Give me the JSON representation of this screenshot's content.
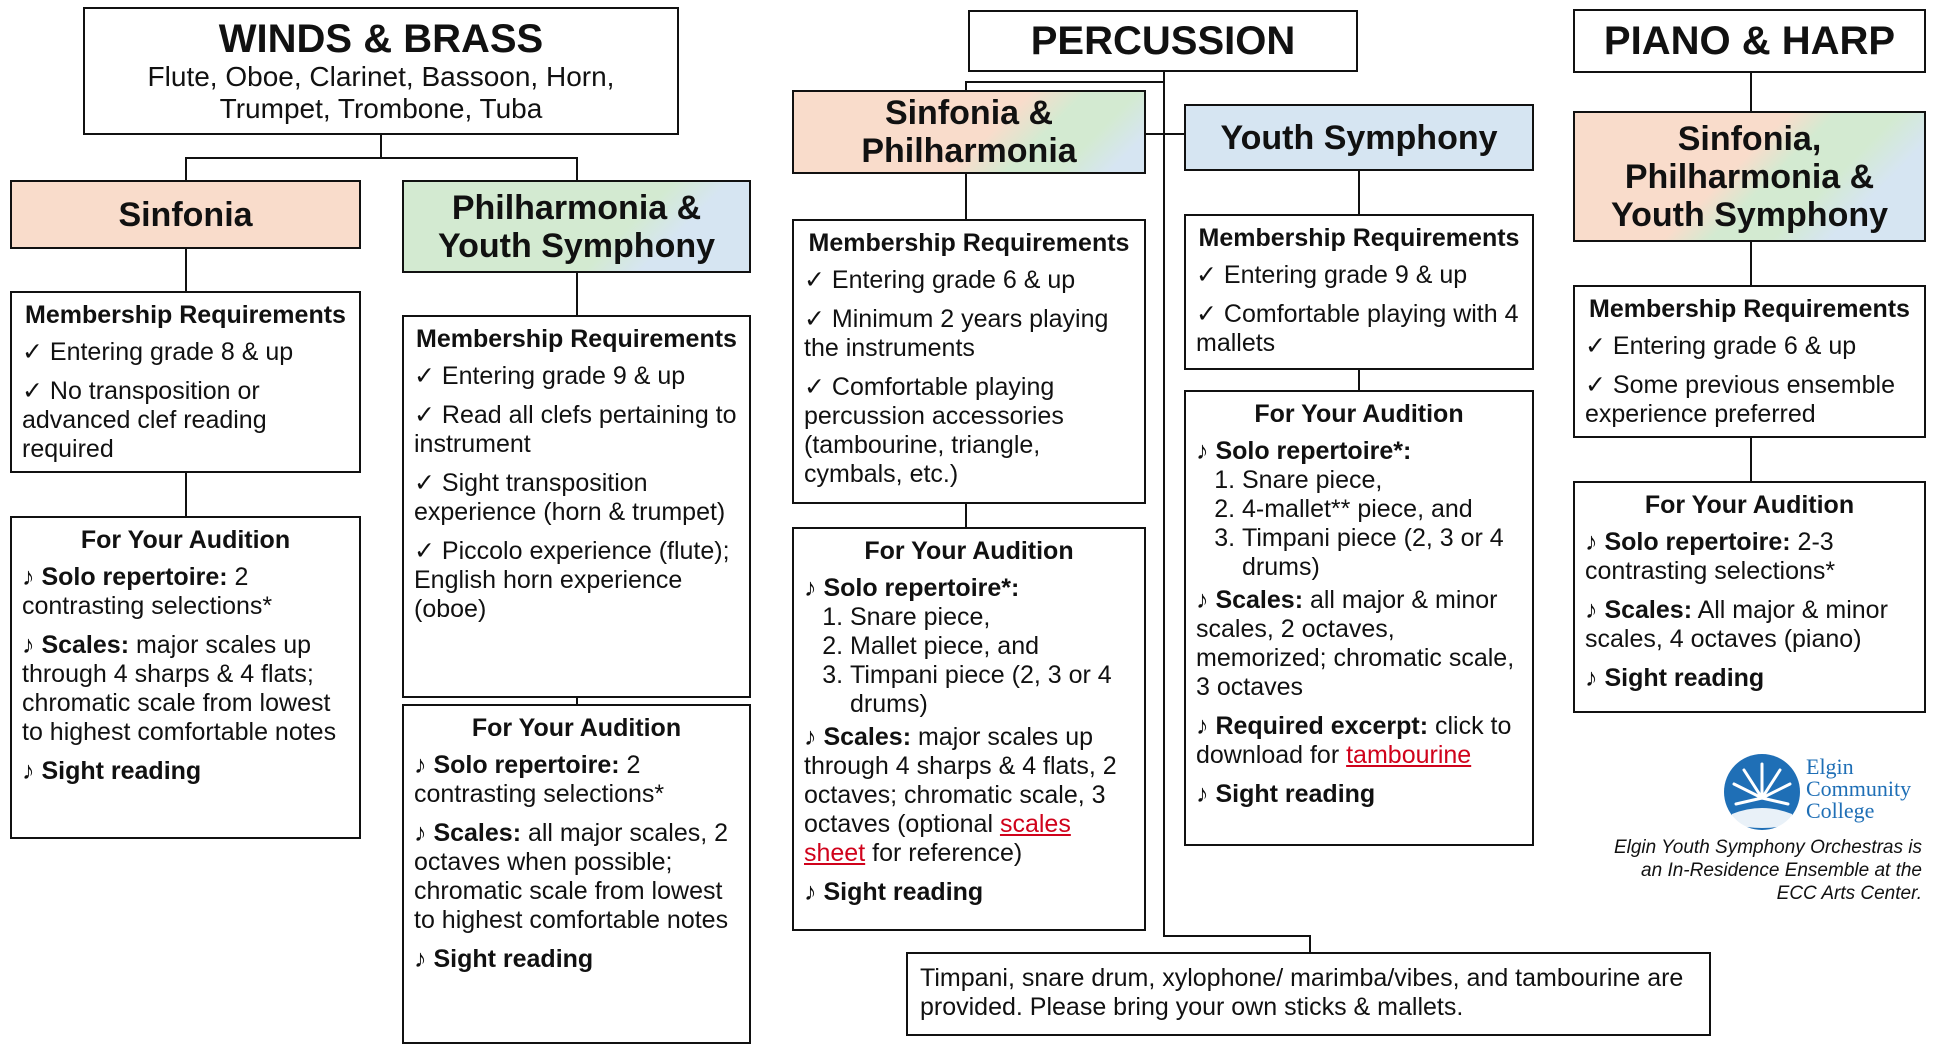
{
  "check": "✓",
  "note": "♪",
  "winds": {
    "title": "WINDS & BRASS",
    "instruments_line1": "Flute, Oboe, Clarinet, Bassoon, Horn,",
    "instruments_line2": "Trumpet, Trombone, Tuba",
    "sinfonia": {
      "label": "Sinfonia",
      "req_title": "Membership Requirements",
      "req": [
        "Entering grade 8 & up",
        "No transposition or advanced clef reading required"
      ],
      "aud_title": "For Your Audition",
      "solo_label": "Solo repertoire:",
      "solo_text": " 2 contrasting selections*",
      "scales_label": "Scales:",
      "scales_text": " major scales up through 4 sharps & 4 flats; chromatic scale from lowest to highest comfortable notes",
      "sight": "Sight reading"
    },
    "phil": {
      "label_line1": "Philharmonia &",
      "label_line2": "Youth Symphony",
      "req_title": "Membership Requirements",
      "req": [
        "Entering grade 9 & up",
        "Read all clefs pertaining to instrument",
        "Sight transposition experience (horn & trumpet)",
        "Piccolo experience (flute); English horn experience (oboe)"
      ],
      "aud_title": "For Your Audition",
      "solo_label": "Solo repertoire:",
      "solo_text": " 2 contrasting selections*",
      "scales_label": "Scales:",
      "scales_text": " all major scales, 2 octaves when possible; chromatic scale from lowest to highest comfortable notes",
      "sight": "Sight reading"
    }
  },
  "percussion": {
    "title": "PERCUSSION",
    "sinfonia": {
      "label_line1": "Sinfonia &",
      "label_line2": "Philharmonia",
      "req_title": "Membership Requirements",
      "req": [
        "Entering grade 6 & up",
        "Minimum 2 years playing the instruments",
        "Comfortable playing percussion accessories (tambourine, triangle, cymbals, etc.)"
      ],
      "aud_title": "For Your Audition",
      "solo_label": "Solo repertoire*:",
      "solo_items": [
        "Snare piece,",
        "Mallet piece, and",
        "Timpani piece (2, 3 or 4 drums)"
      ],
      "scales_label": "Scales:",
      "scales_text": " major scales up through 4 sharps & 4 flats, 2 octaves; chromatic scale, 3 octaves (optional ",
      "scales_link": "scales sheet",
      "scales_after": " for reference)",
      "sight": "Sight reading"
    },
    "youth": {
      "label": "Youth Symphony",
      "req_title": "Membership Requirements",
      "req": [
        "Entering grade 9 & up",
        "Comfortable playing with 4 mallets"
      ],
      "aud_title": "For Your Audition",
      "solo_label": "Solo repertoire*:",
      "solo_items": [
        "Snare piece,",
        "4-mallet** piece, and",
        "Timpani piece (2, 3 or 4 drums)"
      ],
      "scales_label": "Scales:",
      "scales_text": " all major & minor scales, 2 octaves, memorized; chromatic scale, 3 octaves",
      "excerpt_label": "Required excerpt:",
      "excerpt_text": " click to download for ",
      "excerpt_link": "tambourine",
      "sight": "Sight reading"
    },
    "footer_note": "Timpani, snare drum, xylophone/ marimba/vibes, and tambourine are provided. Please bring your own sticks & mallets."
  },
  "piano": {
    "title": "PIANO & HARP",
    "label_line1": "Sinfonia,",
    "label_line2": "Philharmonia &",
    "label_line3": "Youth Symphony",
    "req_title": "Membership Requirements",
    "req": [
      "Entering grade 6 & up",
      "Some previous ensemble experience preferred"
    ],
    "aud_title": "For Your Audition",
    "solo_label": "Solo repertoire:",
    "solo_text": " 2-3 contrasting selections*",
    "scales_label": "Scales:",
    "scales_text": " All major & minor scales, 4 octaves (piano)",
    "sight": "Sight reading"
  },
  "logo": {
    "line1": "Elgin",
    "line2": "Community",
    "line3": "College",
    "caption": "Elgin Youth Symphony Orchestras is an In-Residence Ensemble at the ECC Arts Center."
  },
  "colors": {
    "orange": "#f9dccb",
    "green": "#d3ead1",
    "blue": "#d6e5f2",
    "link": "#d0021b",
    "logo": "#1f6fb6"
  }
}
